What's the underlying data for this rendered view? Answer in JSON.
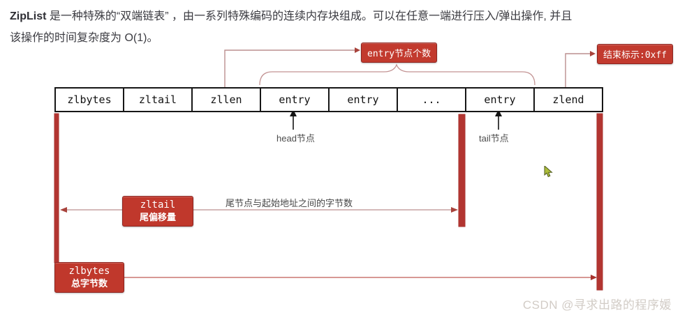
{
  "intro": {
    "bold": "ZipList",
    "line1_rest": " 是一种特殊的“双端链表” ，由一系列特殊编码的连续内存块组成。可以在任意一端进行压入/弹出操作, 并且",
    "line2": "该操作的时间复杂度为 O(1)。"
  },
  "diagram": {
    "cells": [
      "zlbytes",
      "zltail",
      "zllen",
      "entry",
      "entry",
      "...",
      "entry",
      "zlend"
    ],
    "labels": {
      "entry_count": "entry节点个数",
      "end_marker": "结束标示:0xff",
      "head_node": "head节点",
      "tail_node": "tail节点",
      "zltail_title": "zltail",
      "zltail_sub": "尾偏移量",
      "zltail_desc": "尾节点与起始地址之间的字节数",
      "zlbytes_title": "zlbytes",
      "zlbytes_sub": "总字节数"
    },
    "colors": {
      "accent_red": "#c23a2e",
      "bar_red": "#b23531",
      "connector_pink": "#bb8f8f",
      "arrow_black": "#141414",
      "border_black": "#161616"
    }
  },
  "watermark": "CSDN @寻求出路的程序媛"
}
